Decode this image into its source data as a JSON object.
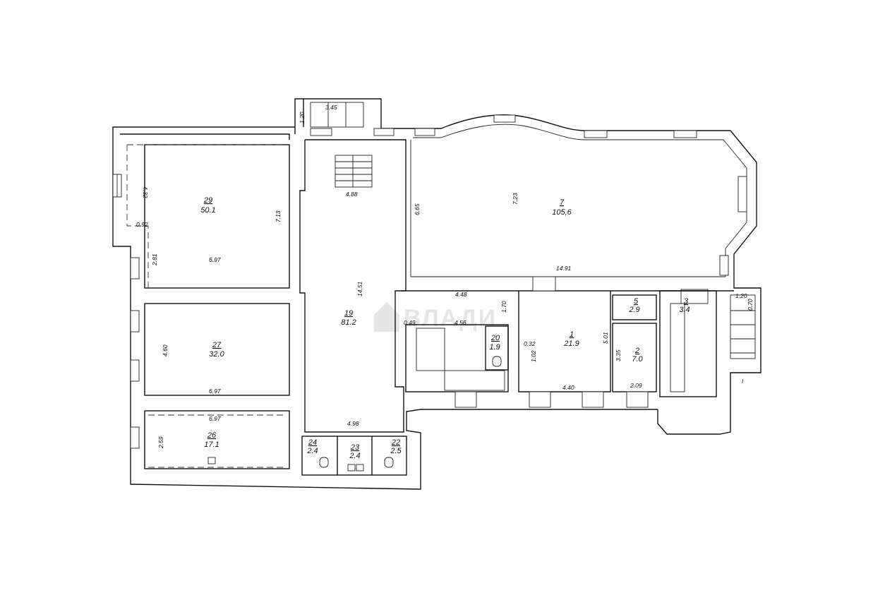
{
  "watermark": {
    "text": "ВЛАДИ"
  },
  "rooms": [
    {
      "id": "r29",
      "num": "29",
      "area": "50.1"
    },
    {
      "id": "r27",
      "num": "27",
      "area": "32.0"
    },
    {
      "id": "r26",
      "num": "26",
      "area": "17.1"
    },
    {
      "id": "r19",
      "num": "19",
      "area": "81.2"
    },
    {
      "id": "r7",
      "num": "7",
      "area": "105,6"
    },
    {
      "id": "r20",
      "num": "20",
      "area": "1.9"
    },
    {
      "id": "r1",
      "num": "1",
      "area": "21.9"
    },
    {
      "id": "r5",
      "num": "5",
      "area": "2.9"
    },
    {
      "id": "r2",
      "num": "2",
      "area": "7.0"
    },
    {
      "id": "r3",
      "num": "3",
      "area": "3.4"
    },
    {
      "id": "r24",
      "num": "24",
      "area": "2.4"
    },
    {
      "id": "r23",
      "num": "23",
      "area": "2.4"
    },
    {
      "id": "r22",
      "num": "22",
      "area": "2.5"
    }
  ],
  "dimensions": [
    "4.32",
    "0.92",
    "2.81",
    "6.97",
    "7.13",
    "4.60",
    "6.97",
    "6.97",
    "2.59",
    "4.88",
    "14.51",
    "4.98",
    "6.65",
    "7.23",
    "14.91",
    "4.48",
    "1.70",
    "0.49",
    "4.56",
    "0.32",
    "1.02",
    "5.01",
    "4.40",
    "3.35",
    "2.09",
    "1.20",
    "3.45",
    "1.20",
    "0.70"
  ],
  "stair_label": "I"
}
